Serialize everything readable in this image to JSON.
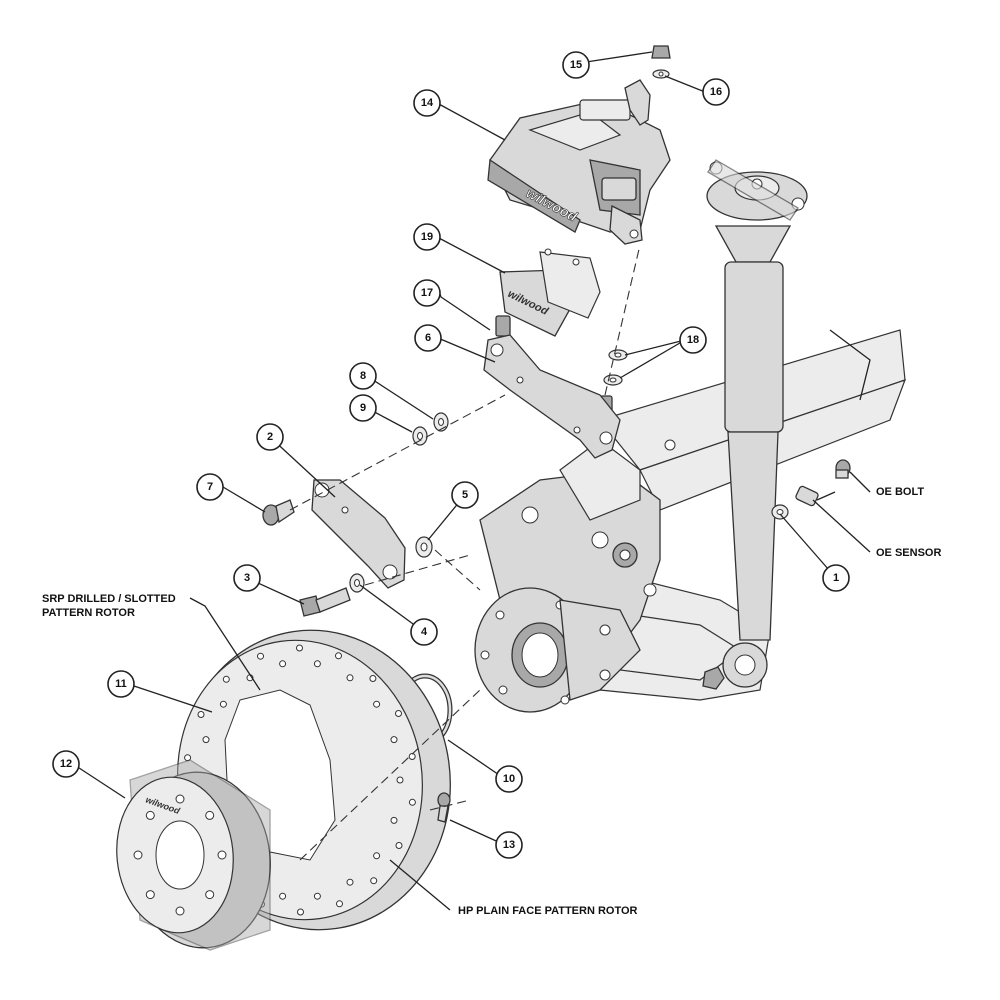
{
  "callouts": {
    "c1": "1",
    "c2": "2",
    "c3": "3",
    "c4": "4",
    "c5": "5",
    "c6": "6",
    "c7": "7",
    "c8": "8",
    "c9": "9",
    "c10": "10",
    "c11": "11",
    "c12": "12",
    "c13": "13",
    "c14": "14",
    "c15": "15",
    "c16": "16",
    "c17": "17",
    "c18": "18",
    "c19": "19"
  },
  "labels": {
    "oe_bolt": "OE BOLT",
    "oe_sensor": "OE SENSOR",
    "srp_line1": "SRP DRILLED / SLOTTED",
    "srp_line2": "PATTERN ROTOR",
    "hp_rotor": "HP PLAIN FACE PATTERN ROTOR"
  },
  "branding": {
    "caliper_logo": "wilwood",
    "pad_logo": "wilwood",
    "hat_logo": "wilwood"
  }
}
